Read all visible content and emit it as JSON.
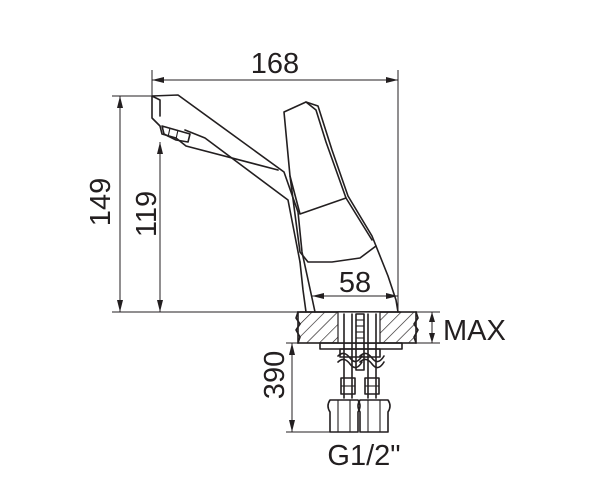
{
  "dimensions": {
    "overall_length": "168",
    "total_height": "149",
    "spout_height": "119",
    "base_width": "58",
    "deck_thickness": "MAX",
    "hose_length": "390",
    "thread": "G1/2\""
  },
  "colors": {
    "line": "#231f20",
    "background": "#ffffff"
  }
}
